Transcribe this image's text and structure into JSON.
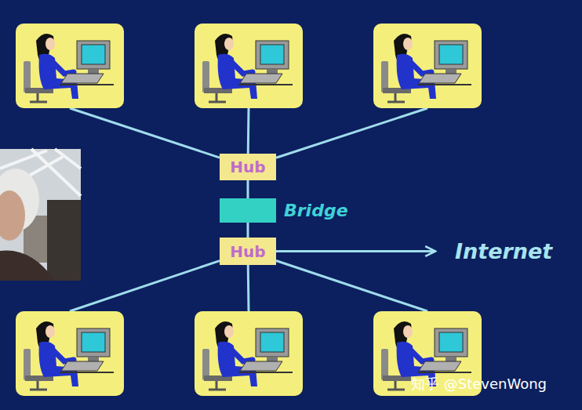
{
  "diagram": {
    "nodes": [
      {
        "text": []
      },
      {
        "text": []
      },
      {
        "text": []
      },
      {
        "text": [
          "Hub"
        ]
      },
      {
        "text": [
          "Bridge"
        ]
      },
      {
        "text": [
          "Hub"
        ]
      },
      {
        "text": [
          "Internet"
        ]
      },
      {
        "text": []
      },
      {
        "text": []
      },
      {
        "text": []
      }
    ],
    "edges": [
      {
        "from": 0,
        "to": 3,
        "arrow": "none"
      },
      {
        "from": 1,
        "to": 3,
        "arrow": "none"
      },
      {
        "from": 2,
        "to": 3,
        "arrow": "none"
      },
      {
        "from": 3,
        "to": 4,
        "arrow": "none"
      },
      {
        "from": 4,
        "to": 5,
        "arrow": "none"
      },
      {
        "from": 5,
        "to": 6,
        "arrow": "to"
      },
      {
        "from": 5,
        "to": 7,
        "arrow": "none"
      },
      {
        "from": 5,
        "to": 8,
        "arrow": "none"
      },
      {
        "from": 5,
        "to": 9,
        "arrow": "none"
      }
    ],
    "labels": [
      "知乎 @StevenWong"
    ]
  }
}
